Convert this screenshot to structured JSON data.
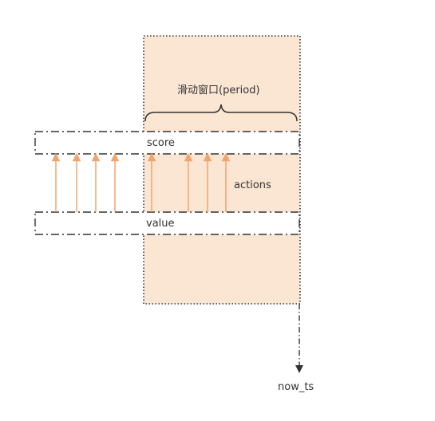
{
  "diagram": {
    "window_label": "滑动窗口(period)",
    "score_label": "score",
    "actions_label": "actions",
    "value_label": "value",
    "now_label": "now_ts"
  },
  "colors": {
    "window_fill": "#fbe5d3",
    "arrow": "#f0a46e",
    "stroke": "#333333",
    "text": "#333333"
  }
}
